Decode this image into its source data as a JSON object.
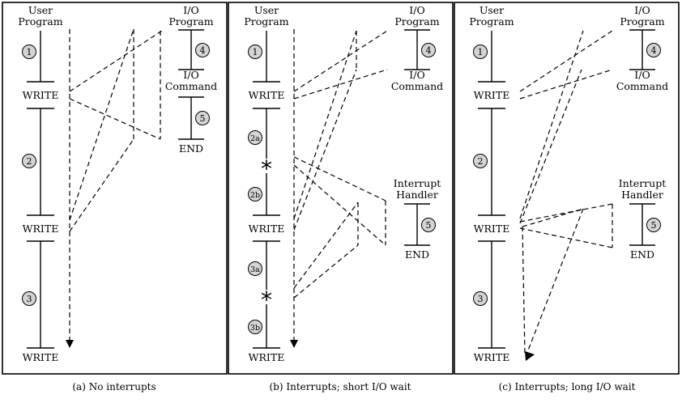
{
  "panels": [
    {
      "caption": "(a) No interrupts",
      "user_program_label": [
        "User",
        "Program"
      ],
      "io_program_label": [
        "I/O",
        "Program"
      ],
      "io_command_label": [
        "I/O",
        "Command"
      ],
      "end_label": "END",
      "write_labels": [
        "WRITE",
        "WRITE",
        "WRITE"
      ],
      "user_steps": [
        "1",
        "2",
        "3"
      ],
      "io_steps": [
        "4",
        "5"
      ]
    },
    {
      "caption": "(b) Interrupts; short I/O wait",
      "user_program_label": [
        "User",
        "Program"
      ],
      "io_program_label": [
        "I/O",
        "Program"
      ],
      "io_command_label": [
        "I/O",
        "Command"
      ],
      "handler_label": [
        "Interrupt",
        "Handler"
      ],
      "end_label": "END",
      "write_labels": [
        "WRITE",
        "WRITE",
        "WRITE"
      ],
      "user_steps": [
        "1",
        "2a",
        "2b",
        "3a",
        "3b"
      ],
      "io_steps": [
        "4",
        "5"
      ],
      "interrupt_mark": "*"
    },
    {
      "caption": "(c) Interrupts; long I/O wait",
      "user_program_label": [
        "User",
        "Program"
      ],
      "io_program_label": [
        "I/O",
        "Program"
      ],
      "io_command_label": [
        "I/O",
        "Command"
      ],
      "handler_label": [
        "Interrupt",
        "Handler"
      ],
      "end_label": "END",
      "write_labels": [
        "WRITE",
        "WRITE",
        "WRITE"
      ],
      "user_steps": [
        "1",
        "2",
        "3"
      ],
      "io_steps": [
        "4",
        "5"
      ]
    }
  ]
}
